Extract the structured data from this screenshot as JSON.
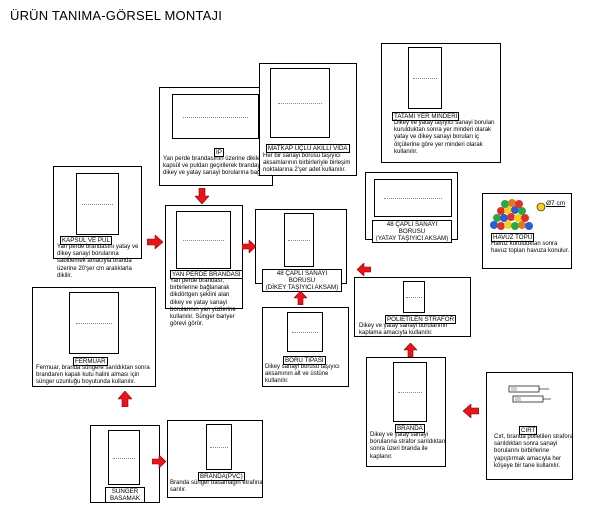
{
  "page": {
    "title": "ÜRÜN TANIMA-GÖRSEL MONTAJI"
  },
  "nodes": {
    "ip": {
      "label": "İP",
      "desc": "Yan perde brandasının üzerine dikilen kapsül ve puldan geçirilerek brandayı dikey ve yatay sanayi borularına bağlar."
    },
    "matkap": {
      "label": "MATKAP UÇLU AKILLI VİDA",
      "desc": "Her bir sanayi borusu taşıyıcı aksamlarının birbirleriyle birleşim noktalarına 2'şer adet kullanılır."
    },
    "tatami": {
      "label": "TATAMİ YER MİNDERİ",
      "desc": "Dikey ve yatay taşıyıcı sanayi boruları kurulduktan sonra yer minderi olarak yatay ve dikey sanayi boruları iç ölçülerine göre yer minderi olarak kullanılır."
    },
    "kapsul": {
      "label": "KAPSÜL VE PUL",
      "desc": "Yan perde brandasını yatay ve dikey sanayi borularına sabitlemek amacıyla branda üzerine 20'şer cm aralıklarla dikilir."
    },
    "yanperde": {
      "label": "YAN PERDE BRANDASI",
      "desc": "Yan perde brandası; birbirlerine bağlanarak dikdörtgen şeklini alan dikey ve yatay sanayi borularının yan yüzlerine kullanılır. Sünger bariyer görevi görür."
    },
    "dikey48": {
      "label_line1": "48 ÇAPLI SANAYİ BORUSU",
      "label_line2": "(DİKEY TAŞIYICI AKSAM)"
    },
    "yatay48": {
      "label_line1": "48 ÇAPLI SANAYİ BORUSU",
      "label_line2": "(YATAY TAŞIYICI AKSAM)"
    },
    "havuz": {
      "label": "HAVUZ TOPU",
      "dimension": "Ø7 cm",
      "desc": "Havuz kurulduktan sonra havuz topları havuza konulur."
    },
    "fermuar": {
      "label": "FERMUAR",
      "desc": "Fermuar, branda süngere sarıldıktan sonra brandanın kapalı kutu halini alması için sünger uzunluğu boyutunda kullanılır."
    },
    "polietilen": {
      "label": "POLİETİLEN STRAFOR",
      "desc": "Dikey ve yatay sanayi borularının kaplama amacıyla kullanılır."
    },
    "boru": {
      "label": "BORU TIPASI",
      "desc": "Dikey sanayi borusu taşıyıcı aksamının alt ve üstüne kullanılır."
    },
    "branda": {
      "label": "BRANDA",
      "desc": "Dikey ve yatay sanayi borularına strafor sarıldıktan sonra üzeri branda ile kaplanır."
    },
    "cirt": {
      "label": "CIRT",
      "desc": "Cırt, branda polietilen strafora sarıldıktan sonra sanayi borularını birbirlerine yapıştırmak amacıyla her köşeye bir tane kullanılır."
    },
    "sunger": {
      "label_line1": "SÜNGER",
      "label_line2": "BASAMAK"
    },
    "brandapvc": {
      "label": "BRANDA(PVC)",
      "desc": "Branda sünger basamağın etrafına sarılır."
    }
  },
  "colors": {
    "arrow": "#e8141c",
    "arrow_stroke": "#8a0000",
    "border": "#000000"
  },
  "icons": [
    "right-arrow-icon",
    "down-arrow-icon",
    "up-arrow-icon",
    "left-arrow-icon",
    "pool-balls-icon",
    "velcro-icon"
  ]
}
